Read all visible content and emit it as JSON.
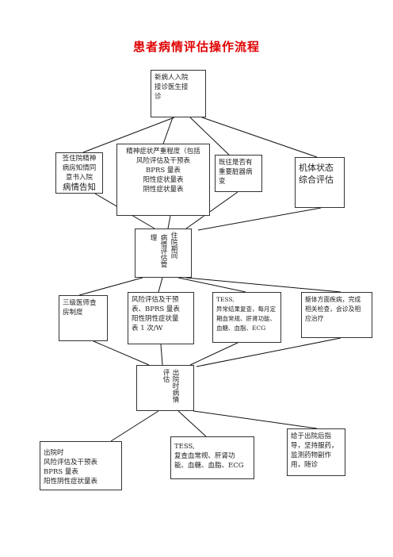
{
  "title": "患者病情评估操作流程",
  "nodes": {
    "admission": "新病人入院\n接诊医生接\n诊",
    "consent_small": "签住院精神\n病房知情同\n意书入院",
    "consent_big": "病情告知",
    "severity": "精神症状严重程度（包括\n风险评估及干预表\nBPRS 量表\n阳性症状量表\n阴性症状量表",
    "history": "既往是否有\n重要脏器病\n变",
    "physical": "机体状态\n综合评估",
    "inpatient": {
      "col1": "理",
      "col2": "病情评估管",
      "col3": "住院期间"
    },
    "rounds": "三级医师查\n房制度",
    "risk_weekly": "风险评估及干预\n表、BPRS 量表\n阳性阴性症状量\n表 1 次/W",
    "tess_mid": "TESS,\n异常结果复查，每月定\n期血常规、肝肾功能、\n血糖、血脂、ECG",
    "consult": "躯体方面疾病，完成\n相关检查，会诊及相\n应治疗",
    "discharge": {
      "col1": "评估",
      "col2": "出院时病情"
    },
    "discharge_scales": "出院时\n风险评估及干预表\nBPRS 量表\n阳性阴性症状量表",
    "tess_end": "TESS,\n复查血常规、肝肾功\n能、血糖、血脂、ECG",
    "guidance": "给于出院后指\n导，坚持服药，\n监测药物副作\n用，随诊"
  }
}
